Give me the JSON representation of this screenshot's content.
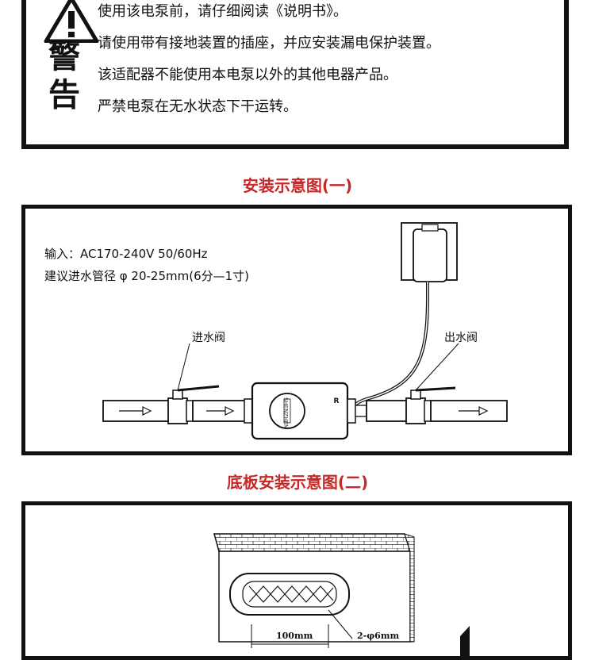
{
  "warning": {
    "heading": [
      "警",
      "告"
    ],
    "lines": [
      "使用该电泵前，请仔细阅读《说明书》。",
      "请使用带有接地装置的插座，并应安装漏电保护装置。",
      "该适配器不能使用本电泵以外的其他电器产品。",
      "严禁电泵在无水状态下干运转。"
    ],
    "icon": "warning-triangle-icon"
  },
  "diagram1": {
    "title": "安装示意图(一)",
    "spec_input": "输入：AC170-240V  50/60Hz",
    "spec_pipe": "建议进水管径 φ 20-25mm(6分—1寸)",
    "inlet_valve_label": "进水阀",
    "outlet_valve_label": "出水阀",
    "pump_mark": "R",
    "brand_text": "SHENZHEN"
  },
  "diagram2": {
    "title": "底板安装示意图(二)",
    "dim_spacing": "100mm",
    "dim_holes": "2-φ6mm"
  },
  "colors": {
    "accent": "#c62828",
    "line": "#111111"
  }
}
